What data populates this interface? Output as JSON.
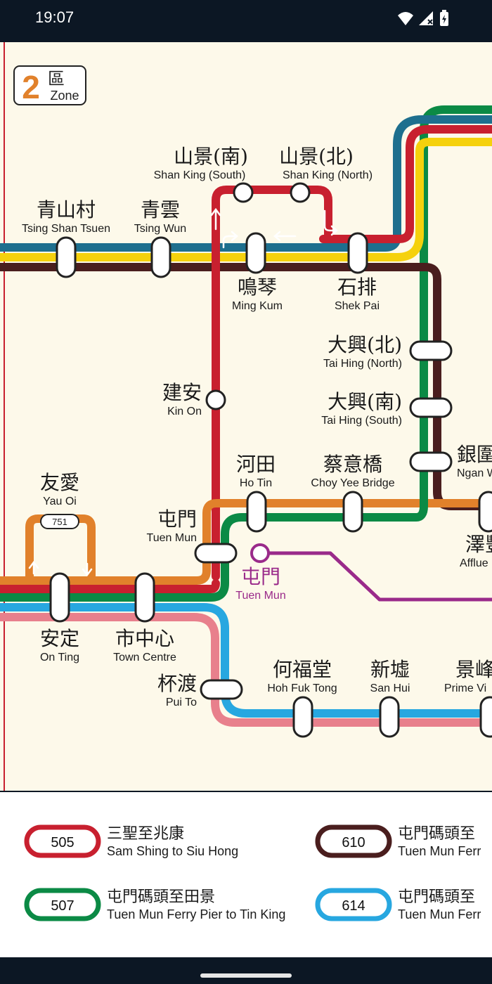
{
  "status_bar": {
    "time": "19:07",
    "icons": [
      "wifi-icon",
      "signal-icon",
      "battery-icon"
    ]
  },
  "zone": {
    "number": "2",
    "zh": "區",
    "en": "Zone"
  },
  "stations": [
    {
      "id": "shan-king-south",
      "zh": "山景(南)",
      "en": "Shan King (South)"
    },
    {
      "id": "shan-king-north",
      "zh": "山景(北)",
      "en": "Shan King (North)"
    },
    {
      "id": "tsing-shan-tsuen",
      "zh": "青山村",
      "en": "Tsing Shan Tsuen"
    },
    {
      "id": "tsing-wun",
      "zh": "青雲",
      "en": "Tsing Wun"
    },
    {
      "id": "ming-kum",
      "zh": "鳴琴",
      "en": "Ming Kum"
    },
    {
      "id": "shek-pai",
      "zh": "石排",
      "en": "Shek Pai"
    },
    {
      "id": "tai-hing-north",
      "zh": "大興(北)",
      "en": "Tai Hing (North)"
    },
    {
      "id": "tai-hing-south",
      "zh": "大興(南)",
      "en": "Tai Hing (South)"
    },
    {
      "id": "kin-on",
      "zh": "建安",
      "en": "Kin On"
    },
    {
      "id": "ngan-wai",
      "zh": "銀圍",
      "en": "Ngan W"
    },
    {
      "id": "ho-tin",
      "zh": "河田",
      "en": "Ho Tin"
    },
    {
      "id": "choy-yee-bridge",
      "zh": "蔡意橋",
      "en": "Choy Yee Bridge"
    },
    {
      "id": "yau-oi",
      "zh": "友愛",
      "en": "Yau Oi"
    },
    {
      "id": "tuen-mun",
      "zh": "屯門",
      "en": "Tuen Mun"
    },
    {
      "id": "affluence",
      "zh": "澤豐",
      "en": "Afflue"
    },
    {
      "id": "tuen-mun-west-rail",
      "zh": "屯門",
      "en": "Tuen Mun"
    },
    {
      "id": "on-ting",
      "zh": "安定",
      "en": "On Ting"
    },
    {
      "id": "town-centre",
      "zh": "市中心",
      "en": "Town Centre"
    },
    {
      "id": "pui-to",
      "zh": "杯渡",
      "en": "Pui To"
    },
    {
      "id": "hoh-fuk-tong",
      "zh": "何福堂",
      "en": "Hoh Fuk Tong"
    },
    {
      "id": "san-hui",
      "zh": "新墟",
      "en": "San Hui"
    },
    {
      "id": "prime-view",
      "zh": "景峰",
      "en": "Prime Vi"
    }
  ],
  "badge_751": "751",
  "legend": [
    {
      "route": "505",
      "color": "#c8202f",
      "zh": "三聖至兆康",
      "en": "Sam Shing to Siu Hong"
    },
    {
      "route": "610",
      "color": "#4a1e1e",
      "zh": "屯門碼頭至",
      "en": "Tuen Mun Ferr"
    },
    {
      "route": "507",
      "color": "#0b8a45",
      "zh": "屯門碼頭至田景",
      "en": "Tuen Mun Ferry Pier to Tin King"
    },
    {
      "route": "614",
      "color": "#27a7e0",
      "zh": "屯門碼頭至",
      "en": "Tuen Mun Ferr"
    }
  ],
  "colors": {
    "red": "#c8202f",
    "green": "#0b8a45",
    "brown": "#4a1e1e",
    "orange": "#e1812b",
    "yellow": "#f5d10d",
    "teal": "#1e6f8e",
    "cyan": "#27a7e0",
    "pink": "#e8808c",
    "purple": "#9a2a8a",
    "background": "#fdf9ea"
  }
}
